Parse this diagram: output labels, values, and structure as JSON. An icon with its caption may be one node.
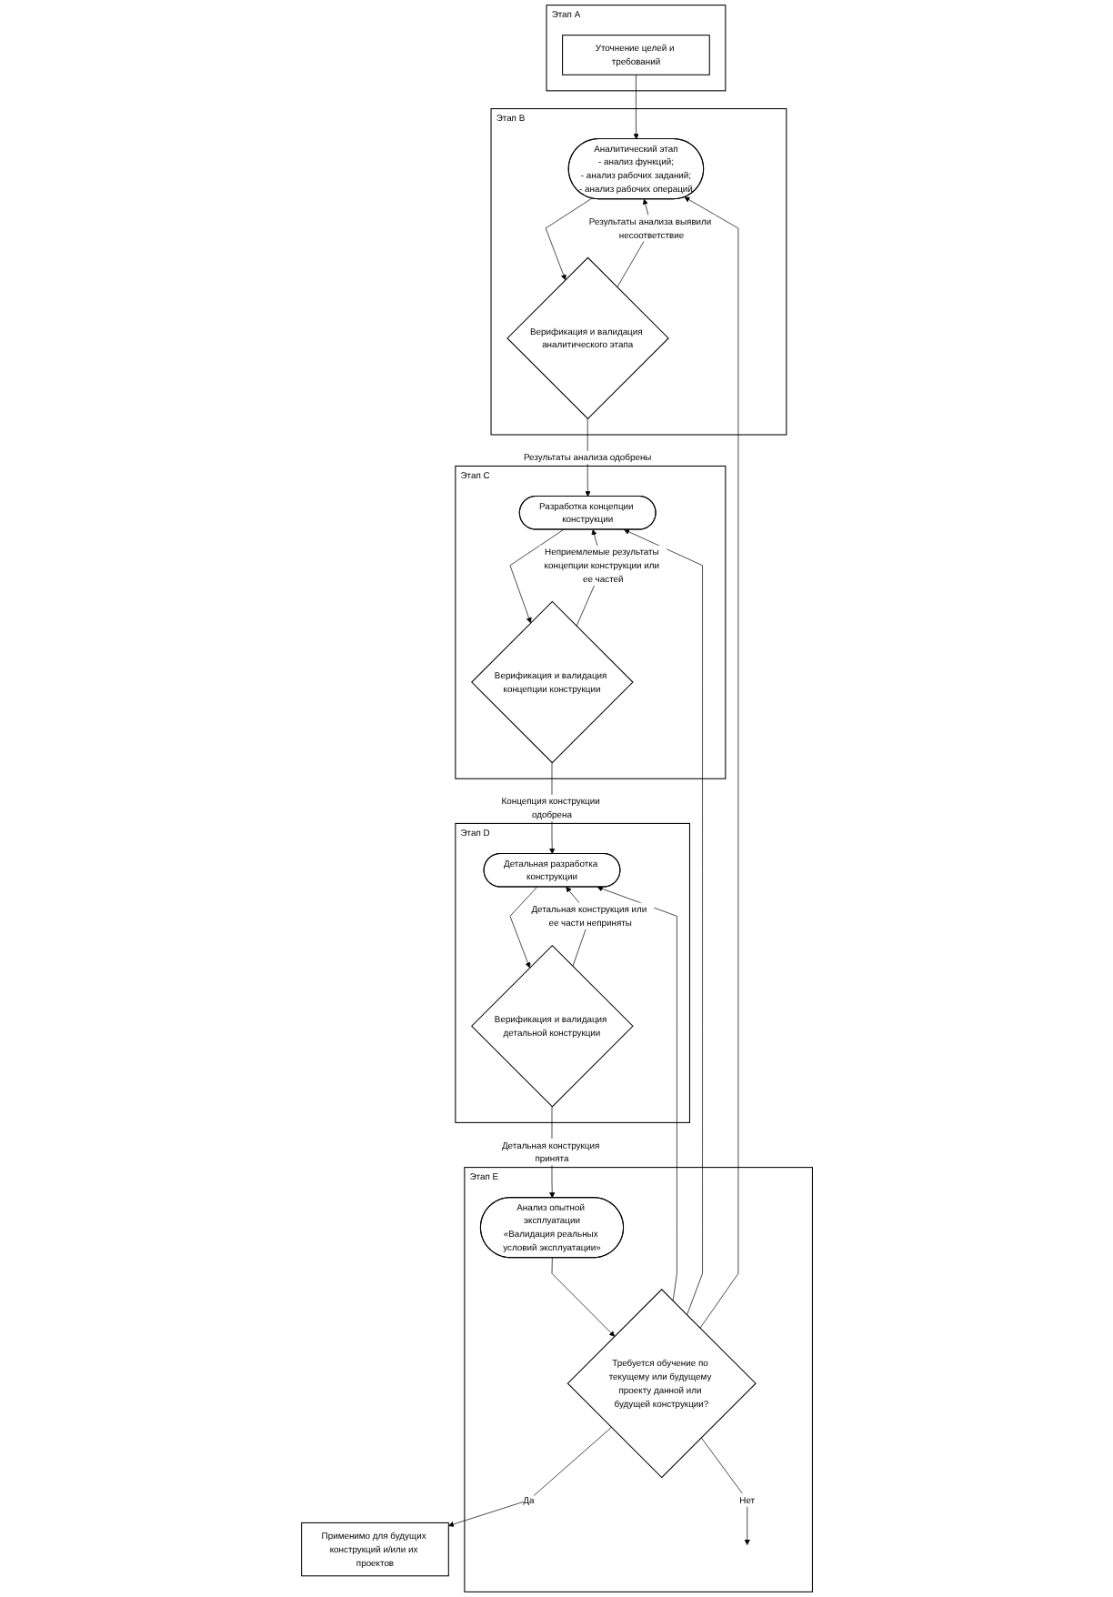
{
  "diagram": {
    "nodes": [
      {
        "text": [
          "Этап A"
        ]
      },
      {
        "text": [
          "Уточнение целей и требований"
        ],
        "in": 0
      },
      {
        "text": [
          "Этап B"
        ]
      },
      {
        "text": [
          "Аналитический этап",
          "- анализ функций;",
          "- анализ рабочих заданий;",
          "- анализ рабочих операций"
        ],
        "in": 2
      },
      {
        "text": [
          "Верификация и валидация аналитического этапа"
        ],
        "in": 2
      },
      {
        "text": [
          "Этап C"
        ]
      },
      {
        "text": [
          "Разработка концепции конструкции"
        ],
        "in": 5
      },
      {
        "text": [
          "Верификация и валидация концепции конструкции"
        ],
        "in": 5
      },
      {
        "text": [
          "Этап D"
        ]
      },
      {
        "text": [
          "Детальная разработка конструкции"
        ],
        "in": 8
      },
      {
        "text": [
          "Верификация и валидация детальной конструкции"
        ],
        "in": 8
      },
      {
        "text": [
          "Этап E"
        ]
      },
      {
        "text": [
          "Анализ опытной эксплуатации",
          "«Валидация реальных условий эксплуатации»"
        ],
        "in": 11
      },
      {
        "text": [
          "Требуется обучение по текущему или будущему проекту данной или будущей конструкции?"
        ],
        "in": 11
      },
      {
        "text": [
          "Применимо для будущих конструкций и/или их проектов"
        ]
      }
    ],
    "edges": [
      {
        "from": 1,
        "to": 3,
        "arrow": "to"
      },
      {
        "from": 3,
        "to": 4,
        "arrow": "to"
      },
      {
        "from": 4,
        "to": 3,
        "arrow": "to",
        "label": "Результаты анализа выявили несоответствие"
      },
      {
        "from": 4,
        "to": 6,
        "arrow": "to",
        "label": "Результаты анализа одобрены"
      },
      {
        "from": 6,
        "to": 7,
        "arrow": "to"
      },
      {
        "from": 7,
        "to": 6,
        "arrow": "to",
        "label": "Неприемлемые результаты концепции конструкции или ее частей"
      },
      {
        "from": 7,
        "to": 9,
        "arrow": "to",
        "label": "Концепция конструкции одобрена"
      },
      {
        "from": 9,
        "to": 10,
        "arrow": "to"
      },
      {
        "from": 10,
        "to": 9,
        "arrow": "to",
        "label": "Детальная конструкция или ее части неприняты"
      },
      {
        "from": 10,
        "to": 12,
        "arrow": "to",
        "label": "Детальная конструкция принята"
      },
      {
        "from": 12,
        "to": 13,
        "arrow": "to"
      },
      {
        "from": 13,
        "to": 14,
        "arrow": "to",
        "label": "Да"
      },
      {
        "from": 13,
        "to": 3,
        "arrow": "to"
      },
      {
        "from": 13,
        "to": 6,
        "arrow": "to"
      },
      {
        "from": 13,
        "to": 9,
        "arrow": "to"
      },
      {
        "from": 13,
        "to": null,
        "arrow": "to",
        "label": "Нет"
      }
    ]
  }
}
